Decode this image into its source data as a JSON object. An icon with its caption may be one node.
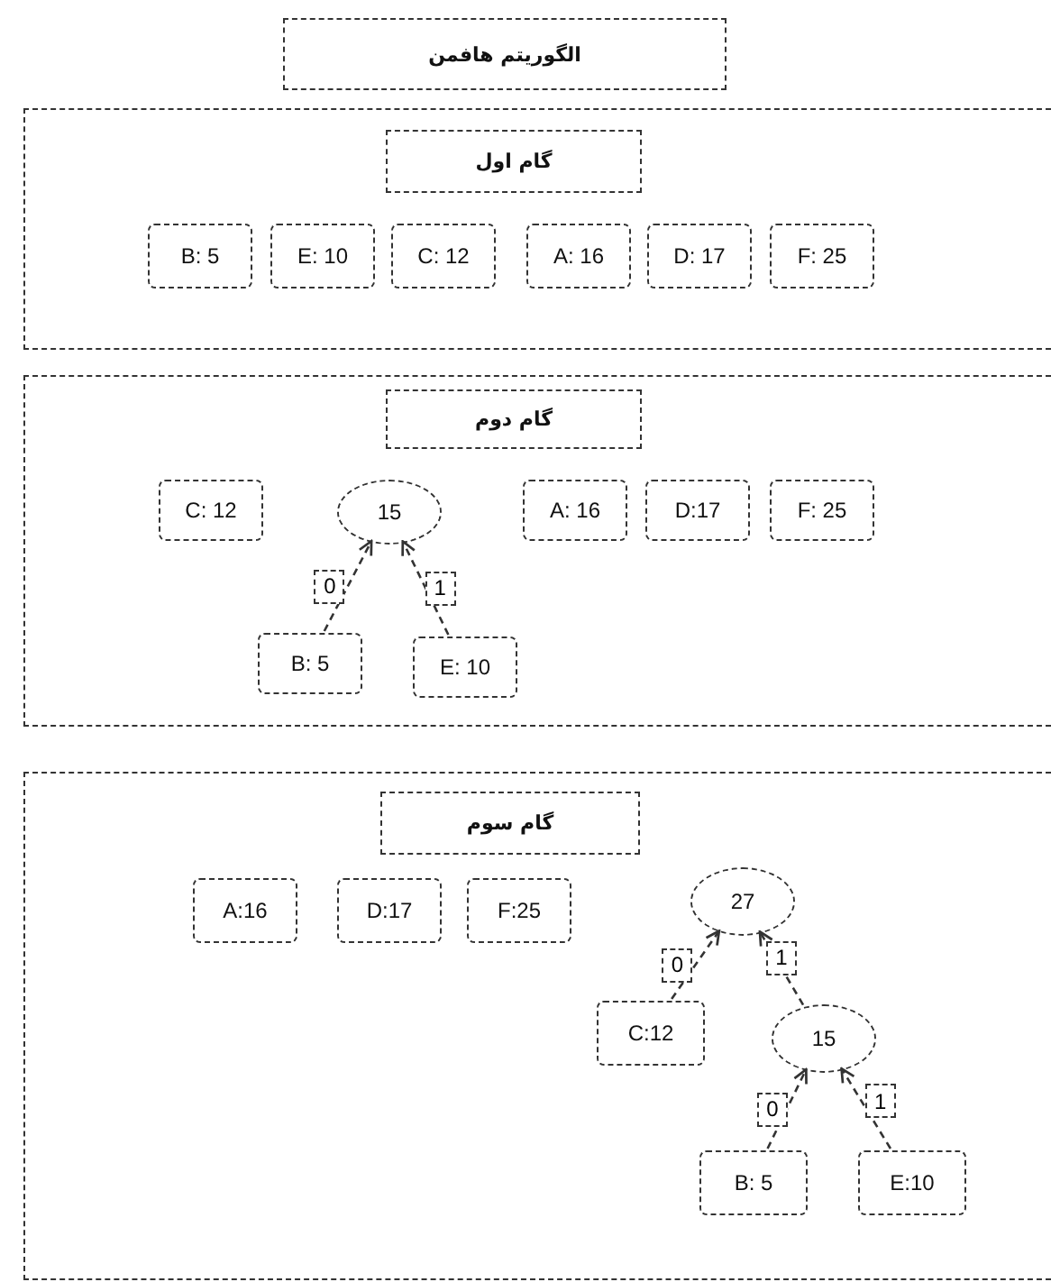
{
  "diagram": {
    "nodes": [
      {
        "text": [
          "الگوریتم هافمن"
        ]
      },
      {
        "text": [],
        "shape": "box"
      },
      {
        "text": [
          "گام اول"
        ],
        "in": 1
      },
      {
        "text": [
          "B: 5"
        ],
        "in": 1
      },
      {
        "text": [
          "E: 10"
        ],
        "in": 1
      },
      {
        "text": [
          "C: 12"
        ],
        "in": 1
      },
      {
        "text": [
          "A: 16"
        ],
        "in": 1
      },
      {
        "text": [
          "D: 17"
        ],
        "in": 1
      },
      {
        "text": [
          "F: 25"
        ],
        "in": 1
      },
      {
        "text": [],
        "shape": "box"
      },
      {
        "text": [
          "گام دوم"
        ],
        "in": 9
      },
      {
        "text": [
          "C: 12"
        ],
        "in": 9
      },
      {
        "text": [
          "15"
        ],
        "in": 9
      },
      {
        "text": [
          "A: 16"
        ],
        "in": 9
      },
      {
        "text": [
          "D:17"
        ],
        "in": 9
      },
      {
        "text": [
          "F: 25"
        ],
        "in": 9
      },
      {
        "text": [
          "B: 5"
        ],
        "in": 9
      },
      {
        "text": [
          "E: 10"
        ],
        "in": 9
      },
      {
        "text": [],
        "shape": "box"
      },
      {
        "text": [
          "گام سوم"
        ],
        "in": 18
      },
      {
        "text": [
          "A:16"
        ],
        "in": 18
      },
      {
        "text": [
          "D:17"
        ],
        "in": 18
      },
      {
        "text": [
          "F:25"
        ],
        "in": 18
      },
      {
        "text": [
          "27"
        ],
        "in": 18
      },
      {
        "text": [
          "C:12"
        ],
        "in": 18
      },
      {
        "text": [
          "15"
        ],
        "in": 18
      },
      {
        "text": [
          "B: 5"
        ],
        "in": 18
      },
      {
        "text": [
          "E:10"
        ],
        "in": 18
      }
    ],
    "edges": [
      {
        "from": 16,
        "to": 12,
        "arrow": "to",
        "style": "dashed",
        "label": "0"
      },
      {
        "from": 17,
        "to": 12,
        "arrow": "to",
        "style": "dashed",
        "label": "1"
      },
      {
        "from": 24,
        "to": 23,
        "arrow": "to",
        "style": "dashed",
        "label": "0"
      },
      {
        "from": 25,
        "to": 23,
        "arrow": "to",
        "style": "dashed",
        "label": "1"
      },
      {
        "from": 26,
        "to": 25,
        "arrow": "to",
        "style": "dashed",
        "label": "0"
      },
      {
        "from": 27,
        "to": 25,
        "arrow": "to",
        "style": "dashed",
        "label": "1"
      }
    ]
  }
}
